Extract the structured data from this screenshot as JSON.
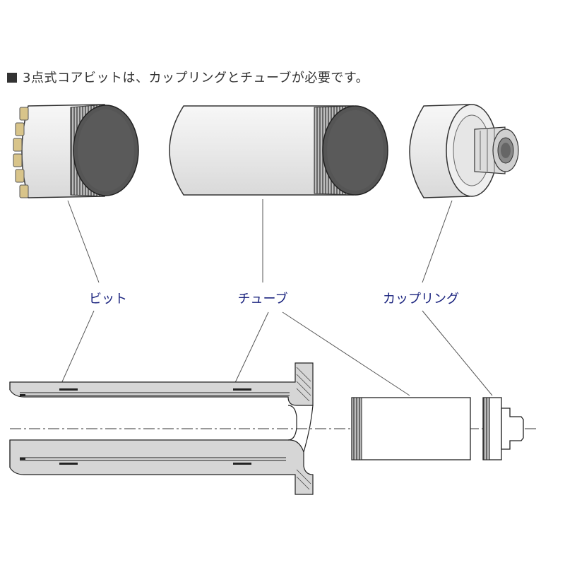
{
  "heading": "3点式コアビットは、カップリングとチューブが必要です。",
  "labels": {
    "bit": "ビット",
    "tube": "チューブ",
    "coupling": "カップリング"
  },
  "colors": {
    "label_text": "#1a237e",
    "outline": "#333333",
    "body_fill": "#ededed",
    "end_face": "#555555",
    "thread": "#444444",
    "segment": "#d8c48a"
  },
  "icons": {
    "bullet": "black-square"
  }
}
